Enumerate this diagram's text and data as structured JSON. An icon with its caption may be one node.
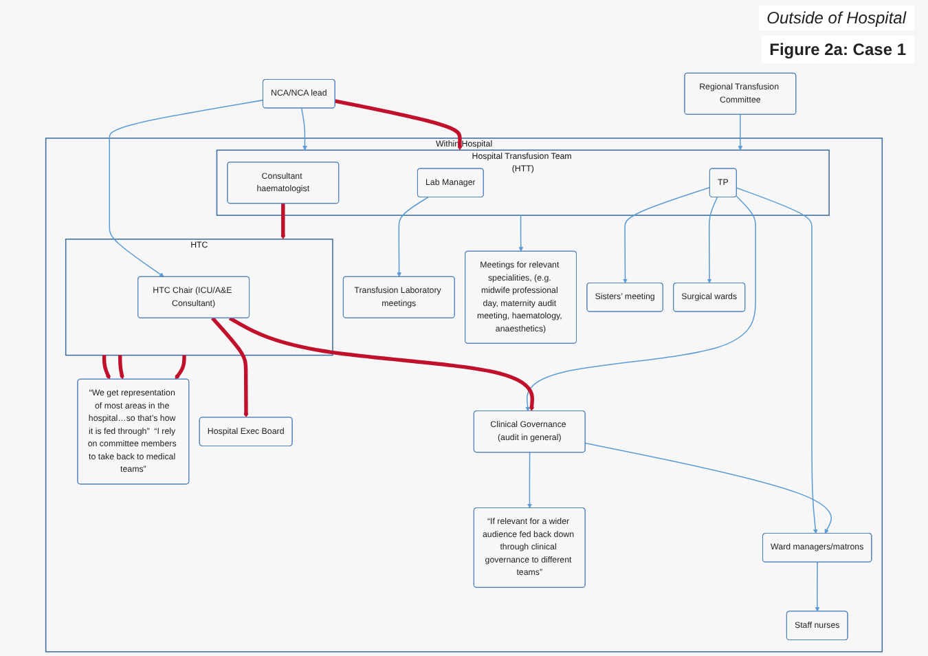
{
  "diagram": {
    "caption": "Figure 2a: Case 1",
    "nodes": [
      {
        "text": [
          "NCA/NCA lead"
        ]
      },
      {
        "text": [
          "Regional Transfusion Committee"
        ]
      },
      {
        "text": [
          "Within Hospital"
        ]
      },
      {
        "text": [
          "Transfusion Laboratory meetings"
        ],
        "in": 2
      },
      {
        "text": [
          "Hospital Transfusion Team (HTT)"
        ],
        "in": 2
      },
      {
        "text": [
          "Lab Manager"
        ],
        "in": 4
      },
      {
        "text": [
          "Consultant haematologist"
        ],
        "in": 4
      },
      {
        "text": [
          "TP"
        ],
        "in": 4
      },
      {
        "text": [
          "Sisters’ meeting"
        ],
        "in": 2
      },
      {
        "text": [
          "Meetings for relevant specialities, (e.g. midwife professional day, maternity audit meeting, haematology, anaesthetics)"
        ],
        "in": 2
      },
      {
        "text": [
          "HTC"
        ],
        "in": 2
      },
      {
        "text": [
          "HTC Chair (ICU/A&E Consultant)"
        ],
        "in": 10
      },
      {
        "text": [
          "Clinical Governance (audit in general)"
        ],
        "in": 2
      },
      {
        "text": [
          "Ward managers/matrons"
        ],
        "in": 2
      },
      {
        "text": [
          "Surgical wards"
        ],
        "in": 2
      },
      {
        "text": [
          "Staff nurses"
        ],
        "in": 2
      },
      {
        "text": [
          "Hospital Exec Board"
        ],
        "in": 2
      },
      {
        "text": [
          "“If relevant for a wider audience fed back down through clinical governance to different teams”"
        ],
        "in": 2
      },
      {
        "text": [
          "“We get representation of most areas in the hospital…so that’s how it is fed through”  “I rely on committee members to take back to medical teams”"
        ],
        "in": 2
      }
    ],
    "edges": [
      {
        "from": 0,
        "to": 4,
        "arrow": "to"
      },
      {
        "from": 0,
        "to": 4,
        "arrow": "to",
        "style": "thick",
        "color": "#c0102c"
      },
      {
        "from": 0,
        "to": 11,
        "arrow": "to"
      },
      {
        "from": 1,
        "to": 4,
        "arrow": "to"
      },
      {
        "from": 5,
        "to": 3,
        "arrow": "to"
      },
      {
        "from": 4,
        "to": 9,
        "arrow": "to"
      },
      {
        "from": 6,
        "to": 10,
        "arrow": "to",
        "style": "thick",
        "color": "#c0102c"
      },
      {
        "from": 7,
        "to": 8,
        "arrow": "to"
      },
      {
        "from": 7,
        "to": 14,
        "arrow": "to"
      },
      {
        "from": 7,
        "to": 12,
        "arrow": "to"
      },
      {
        "from": 7,
        "to": 13,
        "arrow": "to"
      },
      {
        "from": 11,
        "to": 12,
        "arrow": "to",
        "style": "thick",
        "color": "#c0102c"
      },
      {
        "from": 11,
        "to": 16,
        "arrow": "to",
        "style": "thick",
        "color": "#c0102c"
      },
      {
        "from": 12,
        "to": 13,
        "arrow": "to"
      },
      {
        "from": 12,
        "to": 17,
        "arrow": "to"
      },
      {
        "from": 13,
        "to": 15,
        "arrow": "to"
      },
      {
        "from": 10,
        "to": 18,
        "arrow": "to",
        "style": "thick",
        "color": "#c0102c"
      },
      {
        "from": 10,
        "to": 18,
        "arrow": "to",
        "style": "thick",
        "color": "#c0102c"
      },
      {
        "from": 10,
        "to": 18,
        "arrow": "to",
        "style": "thick",
        "color": "#c0102c"
      }
    ],
    "labels": [
      "Outside of Hospital"
    ]
  }
}
